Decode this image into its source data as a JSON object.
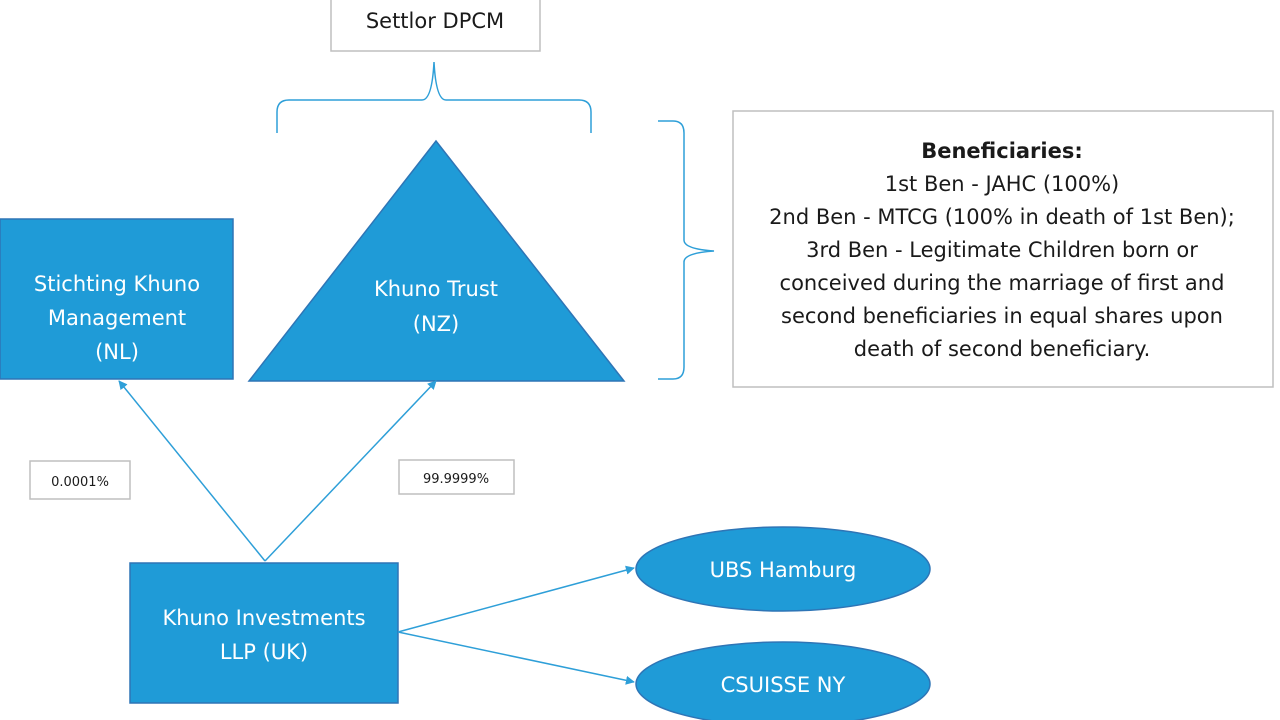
{
  "colors": {
    "node_fill": "#1f9bd7",
    "node_stroke": "#2e75b6",
    "connector": "#2e9fd8",
    "box_border": "#bfbfbf",
    "text_light": "#ffffff",
    "text_dark": "#1a1a1a"
  },
  "settlor": {
    "label": "Settlor DPCM"
  },
  "stichting": {
    "lines": [
      "Stichting Khuno",
      "Management",
      "(NL)"
    ]
  },
  "trust": {
    "lines": [
      "Khuno Trust",
      "(NZ)"
    ]
  },
  "beneficiaries": {
    "heading": "Beneficiaries:",
    "lines": [
      "1st Ben - JAHC (100%)",
      "2nd Ben - MTCG (100% in death of 1st Ben);",
      "3rd Ben - Legitimate Children born or",
      "conceived during the marriage of first and",
      "second beneficiaries in equal shares upon",
      "death of second beneficiary."
    ]
  },
  "investments": {
    "lines": [
      "Khuno Investments",
      "LLP (UK)"
    ]
  },
  "ownership": {
    "stichting_pct": "0.0001%",
    "trust_pct": "99.9999%"
  },
  "banks": {
    "ubs": "UBS Hamburg",
    "csuisse": "CSUISSE NY"
  }
}
